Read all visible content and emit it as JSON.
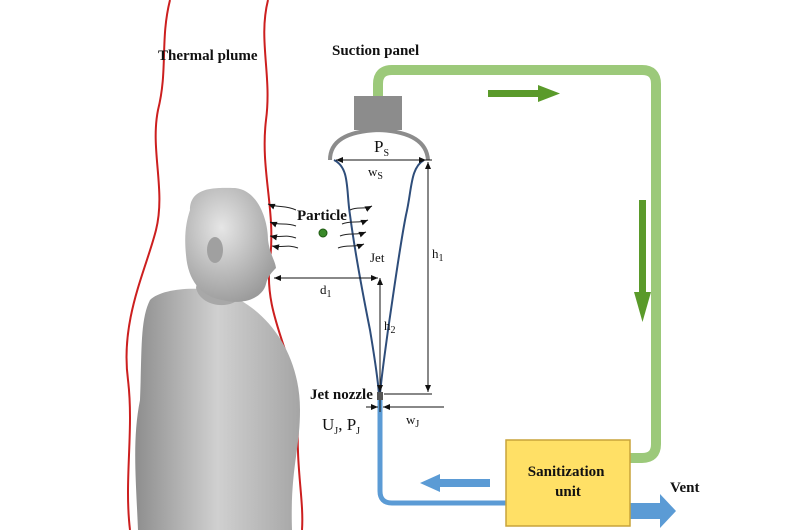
{
  "labels": {
    "thermal_plume": "Thermal plume",
    "suction_panel": "Suction panel",
    "particle": "Particle",
    "jet": "Jet",
    "jet_nozzle": "Jet nozzle",
    "sanitization_unit": "Sanitization unit",
    "vent": "Vent"
  },
  "symbols": {
    "ps": {
      "base": "P",
      "sub": "S"
    },
    "ws": {
      "base": "w",
      "sub": "S"
    },
    "h1": {
      "base": "h",
      "sub": "1"
    },
    "h2": {
      "base": "h",
      "sub": "2"
    },
    "d1": {
      "base": "d",
      "sub": "1"
    },
    "wj": {
      "base": "w",
      "sub": "J"
    },
    "uj": {
      "base": "U",
      "sub": "J"
    },
    "pj": {
      "base": "P",
      "sub": "J"
    }
  },
  "colors": {
    "plume": "#cc1f1f",
    "duct_green": "#9cc97a",
    "arrow_green": "#5a9a2a",
    "duct_blue": "#5b9bd5",
    "unit_fill": "#ffe066",
    "unit_border": "#c9a43a",
    "jet_blue": "#2e4d7a",
    "panel_grey": "#8c8c8c",
    "person_grey": "#b8b8b8"
  }
}
